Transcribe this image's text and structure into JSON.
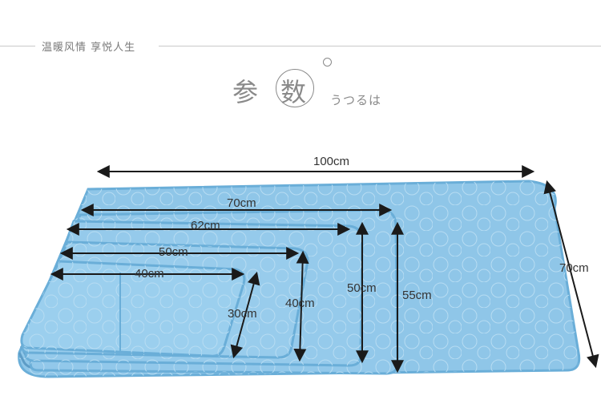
{
  "header": {
    "tagline": "温暖风情 享悦人生",
    "title_char_1": "参",
    "title_char_2": "数",
    "kana": "うつるは"
  },
  "dimensions": {
    "total_width": "100cm",
    "total_height": "70cm",
    "mat_large_width": "70cm",
    "mat_large_height": "55cm",
    "mat_medium_width": "62cm",
    "mat_medium_height": "50cm",
    "mat_small_width": "50cm",
    "mat_small_height": "40cm",
    "mat_xsmall_width": "40cm",
    "mat_xsmall_height": "30cm"
  },
  "colors": {
    "mat_fill": "#8fc6e8",
    "mat_edge": "#6aaed8",
    "mat_shadow": "#5d9cc6",
    "arrow": "#1a1a1a"
  },
  "icons": {
    "arrow": "double-headed-arrow-icon"
  }
}
